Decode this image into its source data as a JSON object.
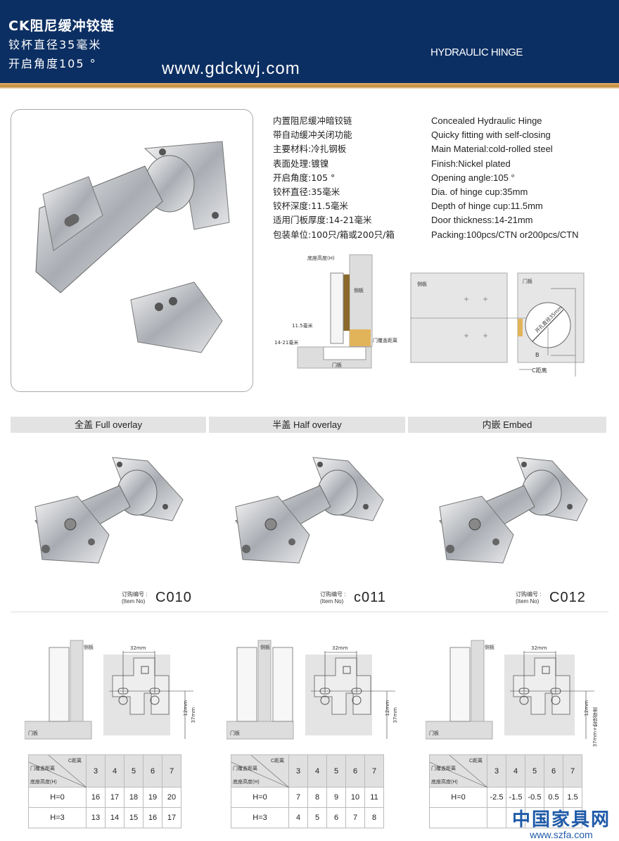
{
  "header": {
    "title": "CK阻尼缓冲铰链",
    "cup_diameter": "铰杯直径35毫米",
    "opening_angle": "开启角度105 °",
    "website": "www.gdckwj.com",
    "english_title": "HYDRAULIC HINGE"
  },
  "specs_cn": [
    "内置阻尼缓冲暗铰链",
    "带自动缓冲关闭功能",
    "主要材料:冷扎钢板",
    "表面处理:镀镍",
    "开启角度:105 °",
    "铰杯直径:35毫米",
    "铰杯深度:11.5毫米",
    "适用门板厚度:14-21毫米",
    "包装单位:100只/箱或200只/箱"
  ],
  "specs_en": [
    "Concealed Hydraulic Hinge",
    "Quicky fitting with self-closing",
    "Main Material:cold-rolled steel",
    "Finish:Nickel plated",
    "Opening angle:105 °",
    "Dia. of hinge cup:35mm",
    "Depth of hinge cup:11.5mm",
    "Door thickness:14-21mm",
    "Packing:100pcs/CTN or200pcs/CTN"
  ],
  "diagram_top": {
    "base_height": "底座高度(H)",
    "side_panel": "侧板",
    "cup_depth": "11.5毫米",
    "door_thickness": "14-21毫米",
    "overlay": "门覆盖距离",
    "door": "门板",
    "side_panel2": "侧板",
    "door2": "门板",
    "hole_dia": "开孔直径35mm",
    "b": "B",
    "c_distance": "C距离"
  },
  "types": [
    {
      "tab": "全盖 Full overlay",
      "item_label_cn": "订购编号",
      "item_label_en": "(Item No)",
      "code": "C010"
    },
    {
      "tab": "半盖 Half overlay",
      "item_label_cn": "订购编号",
      "item_label_en": "(Item No)",
      "code": "c011"
    },
    {
      "tab": "内嵌 Embed",
      "item_label_cn": "订购编号",
      "item_label_en": "(Item No)",
      "code": "C012"
    }
  ],
  "diagrams_bottom": [
    {
      "side": "侧板",
      "door": "门板",
      "spacing": "32mm",
      "d1": "12mm",
      "d2": "37mm"
    },
    {
      "side": "侧板",
      "door": "门板",
      "spacing": "32mm",
      "d1": "12mm",
      "d2": "37mm"
    },
    {
      "side": "侧板",
      "door": "门板",
      "spacing": "32mm",
      "d1": "12mm",
      "d2": "37mm+垫块厚度"
    }
  ],
  "tables": [
    {
      "corner_top": "C距离",
      "corner_mid": "门覆盖距离",
      "corner_bottom": "底座高度(H)",
      "cols": [
        "3",
        "4",
        "5",
        "6",
        "7"
      ],
      "rows": [
        {
          "label": "H=0",
          "values": [
            "16",
            "17",
            "18",
            "19",
            "20"
          ]
        },
        {
          "label": "H=3",
          "values": [
            "13",
            "14",
            "15",
            "16",
            "17"
          ]
        }
      ]
    },
    {
      "corner_top": "C距离",
      "corner_mid": "门覆盖距离",
      "corner_bottom": "底座高度(H)",
      "cols": [
        "3",
        "4",
        "5",
        "6",
        "7"
      ],
      "rows": [
        {
          "label": "H=0",
          "values": [
            "7",
            "8",
            "9",
            "10",
            "11"
          ]
        },
        {
          "label": "H=3",
          "values": [
            "4",
            "5",
            "6",
            "7",
            "8"
          ]
        }
      ]
    },
    {
      "corner_top": "C距离",
      "corner_mid": "门覆盖距离",
      "corner_bottom": "底座高度(H)",
      "cols": [
        "3",
        "4",
        "5",
        "6",
        "7"
      ],
      "rows": [
        {
          "label": "H=0",
          "values": [
            "-2.5",
            "-1.5",
            "-0.5",
            "0.5",
            "1.5"
          ]
        },
        {
          "label": "",
          "values": [
            "",
            "",
            "",
            "",
            ""
          ]
        }
      ]
    }
  ],
  "watermark": {
    "name": "中国家具网",
    "url": "www.szfa.com"
  },
  "colors": {
    "navy": "#0c2f63",
    "gold": "#c08a3c",
    "panel": "#e3e3e3"
  }
}
